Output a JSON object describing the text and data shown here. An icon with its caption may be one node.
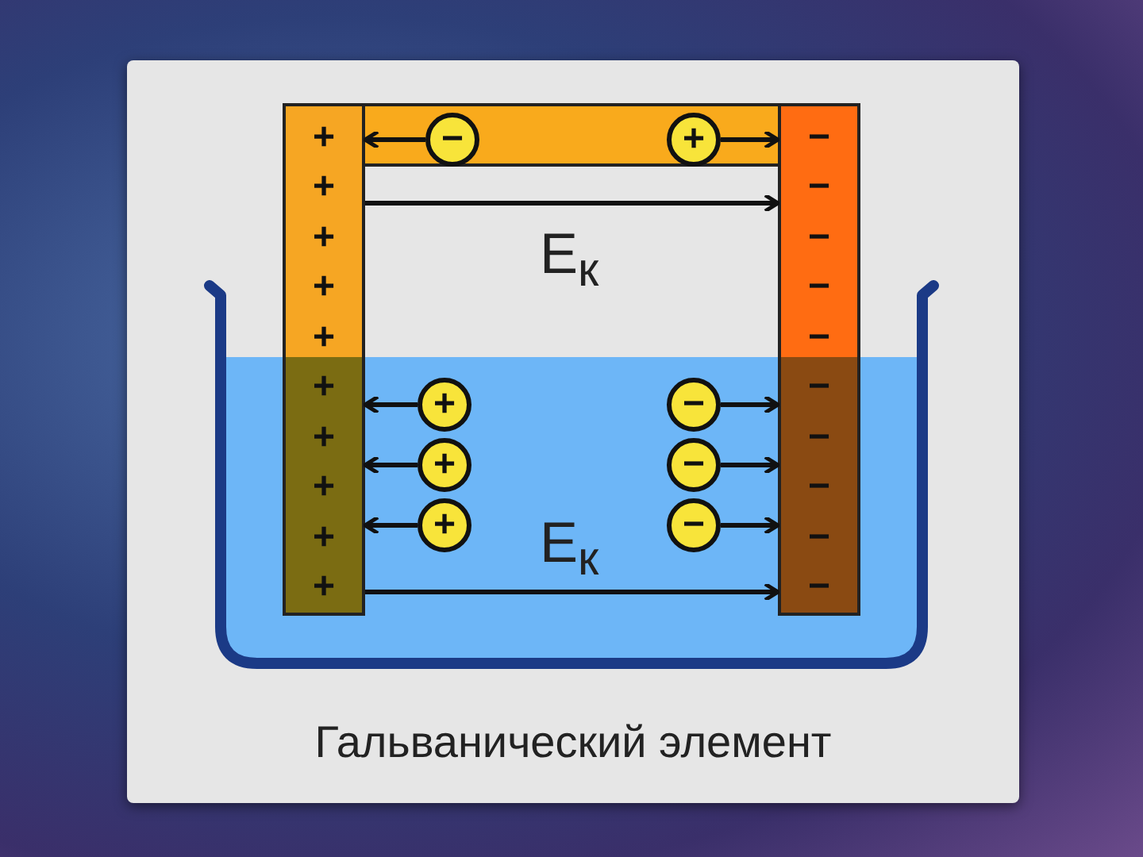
{
  "diagram": {
    "caption": "Гальванический элемент",
    "nodes": [
      {
        "text": [
          "+",
          "+",
          "+",
          "+",
          "+",
          "+",
          "+",
          "+",
          "+",
          "+"
        ]
      },
      {
        "text": [
          "−",
          "−",
          "−",
          "−",
          "−",
          "−",
          "−",
          "−",
          "−",
          "−"
        ]
      },
      {
        "text": [],
        "shape": "bar"
      },
      {
        "text": [
          "−"
        ],
        "in": 2
      },
      {
        "text": [
          "+"
        ],
        "in": 2
      },
      {
        "text": [
          "+"
        ]
      },
      {
        "text": [
          "+"
        ]
      },
      {
        "text": [
          "+"
        ]
      },
      {
        "text": [
          "−"
        ]
      },
      {
        "text": [
          "−"
        ]
      },
      {
        "text": [
          "−"
        ]
      }
    ],
    "edges": [
      {
        "from": 3,
        "to": 0,
        "arrow": "to"
      },
      {
        "from": 4,
        "to": 1,
        "arrow": "to"
      },
      {
        "from": 0,
        "to": 1,
        "arrow": "to",
        "label": "E$_{к}$"
      },
      {
        "from": 5,
        "to": 0,
        "arrow": "to"
      },
      {
        "from": 6,
        "to": 0,
        "arrow": "to"
      },
      {
        "from": 7,
        "to": 0,
        "arrow": "to"
      },
      {
        "from": 8,
        "to": 1,
        "arrow": "to"
      },
      {
        "from": 9,
        "to": 1,
        "arrow": "to"
      },
      {
        "from": 10,
        "to": 1,
        "arrow": "to"
      },
      {
        "from": 0,
        "to": 1,
        "arrow": "to",
        "label": "E$_{к}$"
      }
    ]
  }
}
